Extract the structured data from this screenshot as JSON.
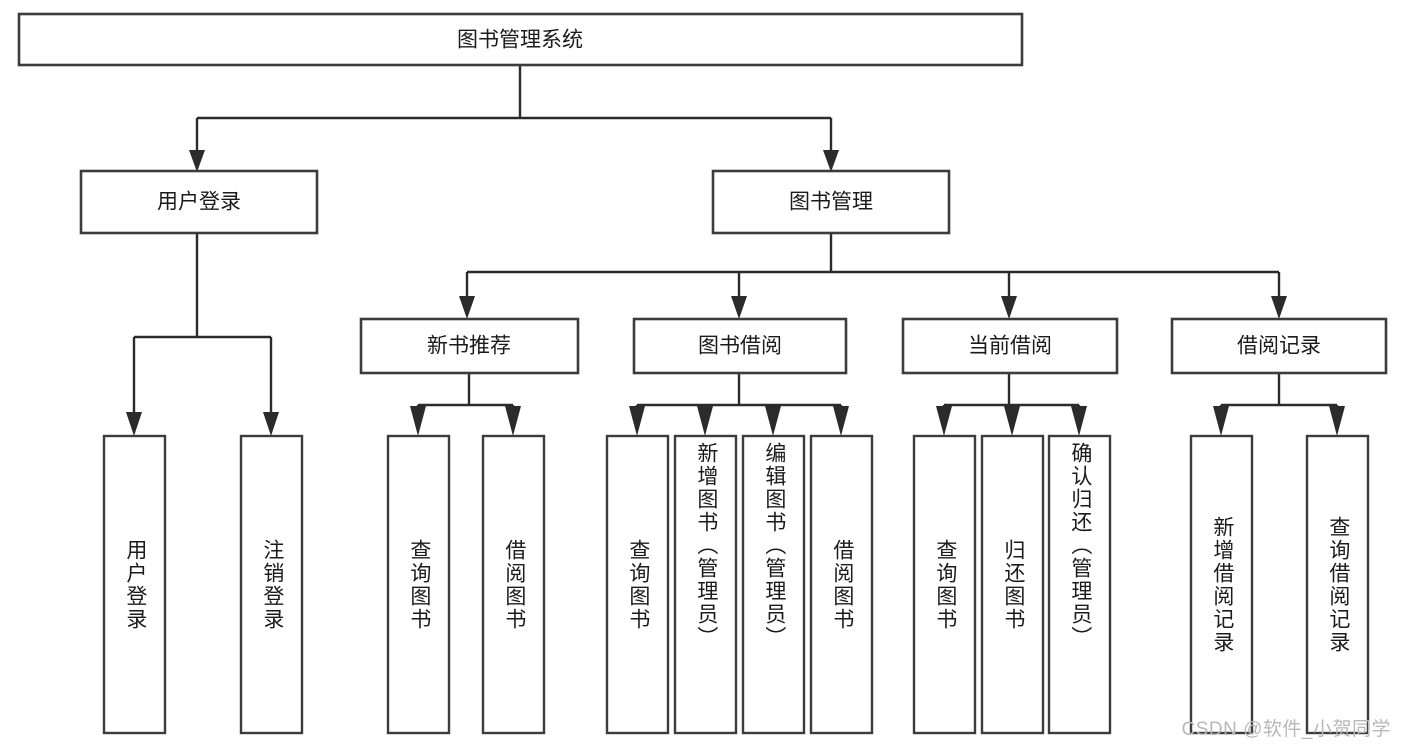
{
  "diagram": {
    "type": "tree-hierarchy",
    "title": "图书管理系统",
    "watermark": "CSDN @软件_小贺同学",
    "colors": {
      "background": "#ffffff",
      "box_stroke": "#3c3c3c",
      "edge_stroke": "#2b2b2b",
      "text": "#1b1b1b",
      "watermark": "#b8b8b8"
    },
    "levels": {
      "root": {
        "label": "图书管理系统"
      },
      "level2": [
        {
          "label": "用户登录"
        },
        {
          "label": "图书管理"
        }
      ],
      "level3": [
        {
          "label": "新书推荐",
          "parent": "图书管理"
        },
        {
          "label": "图书借阅",
          "parent": "图书管理"
        },
        {
          "label": "当前借阅",
          "parent": "图书管理"
        },
        {
          "label": "借阅记录",
          "parent": "图书管理"
        }
      ],
      "leaves": [
        {
          "label": "用户登录",
          "parent": "用户登录"
        },
        {
          "label": "注销登录",
          "parent": "用户登录"
        },
        {
          "label": "查询图书",
          "parent": "新书推荐"
        },
        {
          "label": "借阅图书",
          "parent": "新书推荐"
        },
        {
          "label": "查询图书",
          "parent": "图书借阅"
        },
        {
          "label": "新增图书（管理员）",
          "parent": "图书借阅"
        },
        {
          "label": "编辑图书（管理员）",
          "parent": "图书借阅"
        },
        {
          "label": "借阅图书",
          "parent": "图书借阅"
        },
        {
          "label": "查询图书",
          "parent": "当前借阅"
        },
        {
          "label": "归还图书",
          "parent": "当前借阅"
        },
        {
          "label": "确认归还（管理员）",
          "parent": "当前借阅"
        },
        {
          "label": "新增借阅记录",
          "parent": "借阅记录"
        },
        {
          "label": "查询借阅记录",
          "parent": "借阅记录"
        }
      ]
    }
  }
}
